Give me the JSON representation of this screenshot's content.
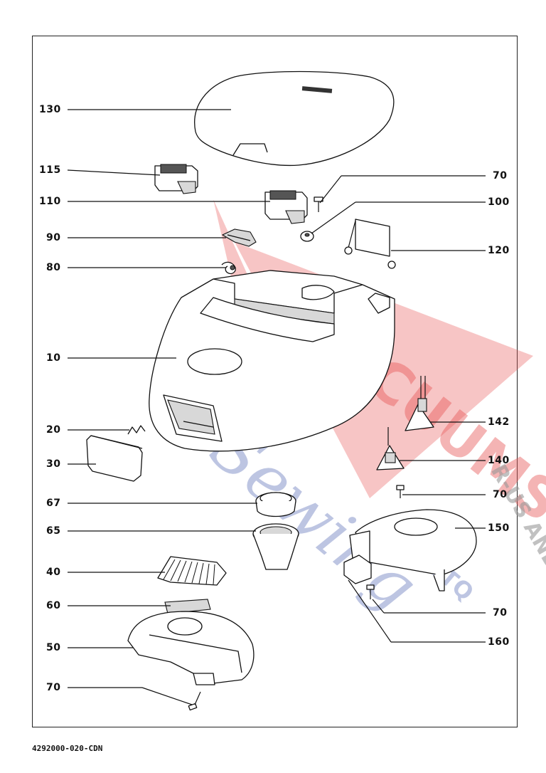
{
  "diagram": {
    "document_number": "4292000-020-CDN",
    "watermark": {
      "brand_top": "VACUUMS",
      "brand_bottom": "Sewing",
      "side_letters": "R-US AND",
      "suffix": "ETQ"
    },
    "callouts": {
      "c130": "130",
      "c115": "115",
      "c110": "110",
      "c90": "90",
      "c80": "80",
      "c10": "10",
      "c20": "20",
      "c30": "30",
      "c67": "67",
      "c65": "65",
      "c40": "40",
      "c60": "60",
      "c50": "50",
      "c70a": "70",
      "c70b": "70",
      "c70c": "70",
      "c70d": "70",
      "c100": "100",
      "c120": "120",
      "c142": "142",
      "c140": "140",
      "c150": "150",
      "c160": "160"
    }
  }
}
